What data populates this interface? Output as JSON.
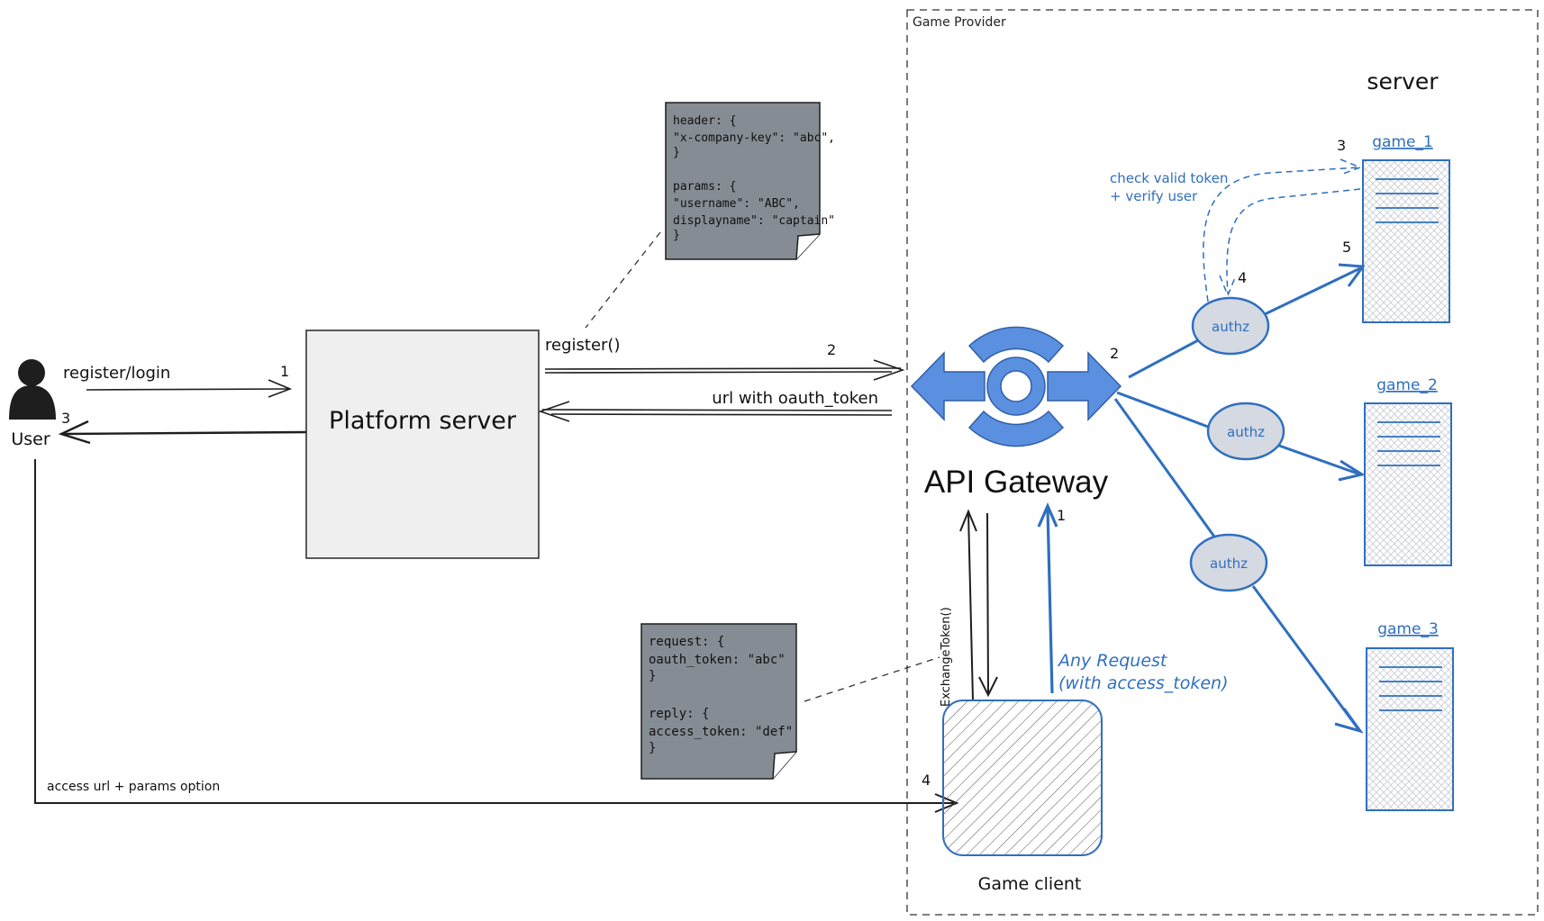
{
  "provider_label": "Game Provider",
  "server_label": "server",
  "user_label": "User",
  "platform_label": "Platform server",
  "gateway_label": "API Gateway",
  "game_client_label": "Game client",
  "games": [
    "game_1",
    "game_2",
    "game_3"
  ],
  "authz_labels": [
    "authz",
    "authz",
    "authz"
  ],
  "edges": {
    "register_login": "register/login",
    "register_call": "register()",
    "url_token": "url with oauth_token",
    "access_url": "access url + params option",
    "exchange_token": "ExchangeToken()",
    "any_request_1": "Any Request",
    "any_request_2": "(with access_token)",
    "check_token_1": "check valid token",
    "check_token_2": "+ verify user"
  },
  "steps": {
    "user_1": "1",
    "user_3": "3",
    "platform_2": "2",
    "gateway_2": "2",
    "client_1": "1",
    "client_4": "4",
    "auth_3": "3",
    "auth_4": "4",
    "auth_5": "5"
  },
  "note_register": {
    "lines": [
      "header: {",
      "\"x-company-key\": \"abc\",",
      "}",
      "",
      "params: {",
      "\"username\": \"ABC\",",
      "displayname\": \"captain\"",
      "}"
    ]
  },
  "note_exchange": {
    "lines": [
      "request: {",
      "oauth_token: \"abc\"",
      "}",
      "",
      "reply: {",
      "access_token: \"def\"",
      "}"
    ]
  },
  "colors": {
    "blue": "#2f6fbf",
    "blue_light": "#5b8fe0",
    "authz_fill": "#d5d9e2",
    "note_fill": "#868c93",
    "platform_fill": "#efefef",
    "black": "#1e1e1e"
  }
}
